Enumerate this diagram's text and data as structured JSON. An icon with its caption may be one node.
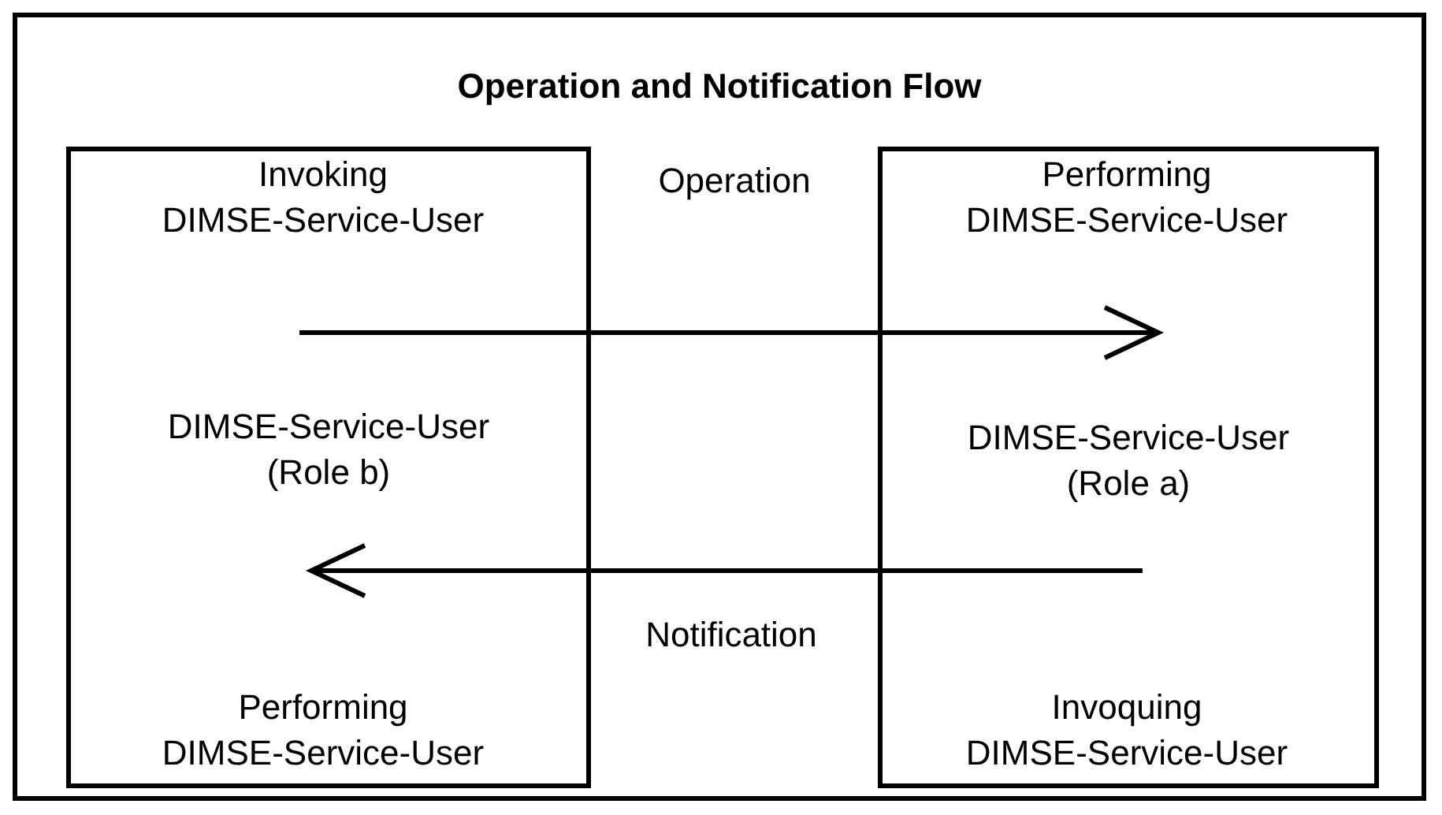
{
  "diagram": {
    "nodes": [
      {
        "text": [
          "Operation and Notification Flow"
        ]
      },
      {
        "text": [
          "DIMSE-Service-User (Role b)"
        ],
        "in": 0
      },
      {
        "text": [
          "Invoking DIMSE-Service-User"
        ],
        "in": 1
      },
      {
        "text": [
          "Performing DIMSE-Service-User"
        ],
        "in": 1
      },
      {
        "text": [
          "DIMSE-Service-User (Role a)"
        ],
        "in": 0
      },
      {
        "text": [
          "Performing DIMSE-Service-User"
        ],
        "in": 4
      },
      {
        "text": [
          "Invoquing DIMSE-Service-User"
        ],
        "in": 4
      }
    ],
    "edges": [
      {
        "from": 2,
        "to": 5,
        "arrow": "to",
        "label": "Operation"
      },
      {
        "from": 6,
        "to": 3,
        "arrow": "to",
        "label": "Notification"
      }
    ]
  }
}
